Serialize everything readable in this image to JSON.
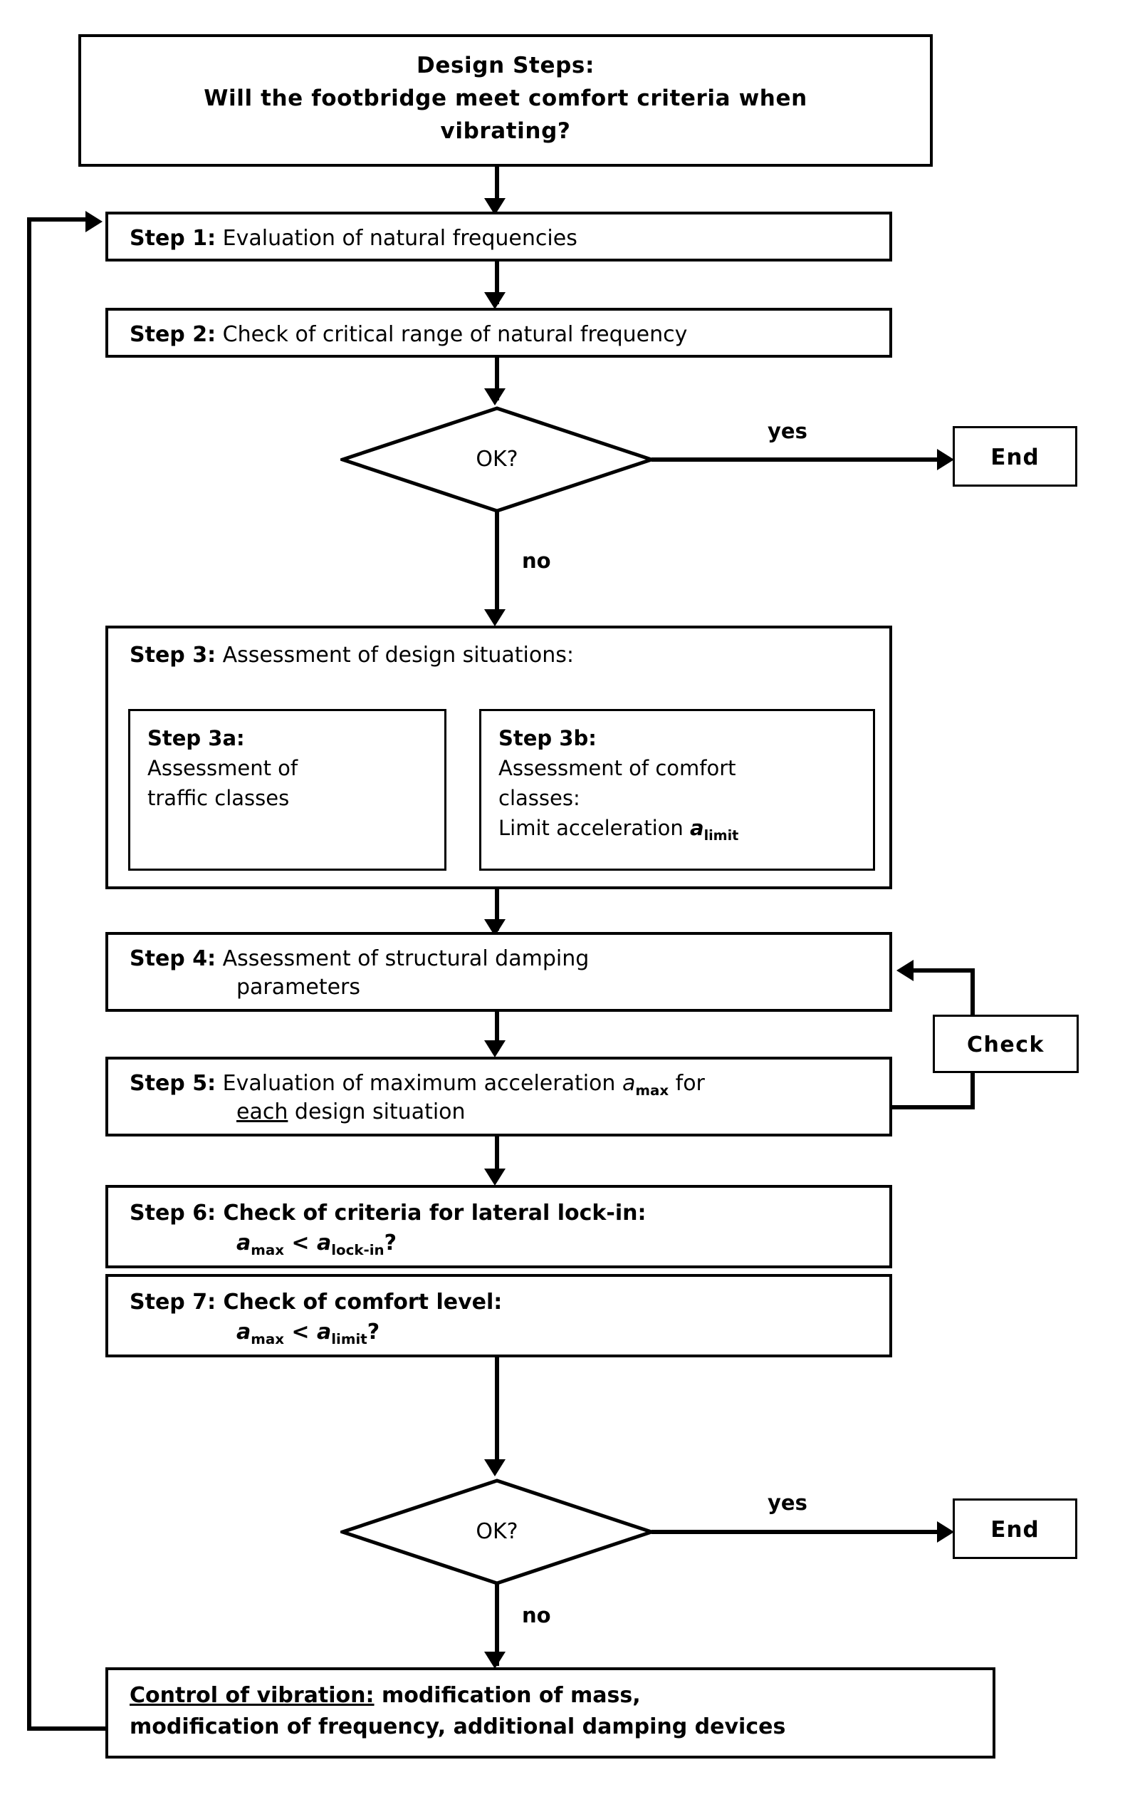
{
  "diagram": {
    "type": "flowchart",
    "title": "Design Steps: Will the footbridge meet comfort criteria when vibrating?",
    "header": {
      "line1": "Design Steps:",
      "line2": "Will the footbridge meet comfort criteria when",
      "line3": "vibrating?"
    },
    "steps": {
      "step1": {
        "label": "Step 1:",
        "text": "Evaluation of natural frequencies"
      },
      "step2": {
        "label": "Step 2:",
        "text": "Check of critical range of natural frequency"
      },
      "step3": {
        "label": "Step 3:",
        "text": "Assessment of design situations:"
      },
      "step3a": {
        "label": "Step 3a:",
        "line1": "Assessment of",
        "line2": "traffic classes"
      },
      "step3b": {
        "label": "Step 3b:",
        "line1": "Assessment of comfort",
        "line2": "classes:",
        "line3_pre": "Limit acceleration ",
        "line3_var": "a",
        "line3_sub": "limit"
      },
      "step4": {
        "label": "Step 4:",
        "line1": "Assessment of structural damping",
        "line2": "parameters"
      },
      "step5": {
        "label": "Step 5:",
        "line1_pre": "Evaluation of maximum acceleration ",
        "line1_var": "a",
        "line1_sub": "max",
        "line1_post": " for",
        "line2_underline": "each",
        "line2_post": " design situation"
      },
      "step6": {
        "label": "Step 6:",
        "heading": " Check of criteria for lateral lock-in:",
        "f_lhs_var": "a",
        "f_lhs_sub": "max",
        "f_op": " < ",
        "f_rhs_var": "a",
        "f_rhs_sub": "lock-in",
        "f_q": "?"
      },
      "step7": {
        "label": "Step 7:",
        "heading": " Check of comfort level:",
        "f_lhs_var": "a",
        "f_lhs_sub": "max",
        "f_op": " < ",
        "f_rhs_var": "a",
        "f_rhs_sub": "limit",
        "f_q": "?"
      }
    },
    "decisions": {
      "d1": {
        "text": "OK?",
        "yes": "yes",
        "no": "no"
      },
      "d2": {
        "text": "OK?",
        "yes": "yes",
        "no": "no"
      }
    },
    "terminals": {
      "end1": "End",
      "end2": "End"
    },
    "check_loop": {
      "label": "Check"
    },
    "control": {
      "label": "Control of vibration:",
      "line1_rest": " modification of mass,",
      "line2": "modification of frequency, additional damping devices"
    }
  }
}
